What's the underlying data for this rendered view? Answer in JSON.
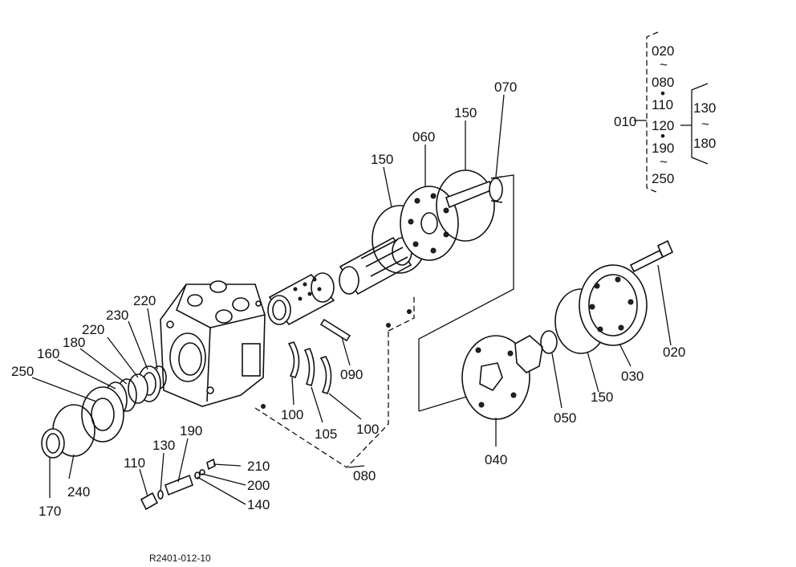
{
  "diagram_code": "R2401-012-10",
  "tree": {
    "root": "010",
    "group_a": [
      "020",
      "~",
      "080",
      "•",
      "110",
      "120",
      "•",
      "190",
      "~",
      "250"
    ],
    "group_b": [
      "130",
      "~",
      "180"
    ]
  },
  "callouts": [
    {
      "id": "c070",
      "text": "070"
    },
    {
      "id": "c150a",
      "text": "150"
    },
    {
      "id": "c060",
      "text": "060"
    },
    {
      "id": "c150b",
      "text": "150"
    },
    {
      "id": "c220a",
      "text": "220"
    },
    {
      "id": "c230",
      "text": "230"
    },
    {
      "id": "c220b",
      "text": "220"
    },
    {
      "id": "c180",
      "text": "180"
    },
    {
      "id": "c160",
      "text": "160"
    },
    {
      "id": "c250",
      "text": "250"
    },
    {
      "id": "c090",
      "text": "090"
    },
    {
      "id": "c100a",
      "text": "100"
    },
    {
      "id": "c105",
      "text": "105"
    },
    {
      "id": "c100b",
      "text": "100"
    },
    {
      "id": "c080",
      "text": "080"
    },
    {
      "id": "c190",
      "text": "190"
    },
    {
      "id": "c130",
      "text": "130"
    },
    {
      "id": "c110",
      "text": "110"
    },
    {
      "id": "c210",
      "text": "210"
    },
    {
      "id": "c200",
      "text": "200"
    },
    {
      "id": "c140",
      "text": "140"
    },
    {
      "id": "c240",
      "text": "240"
    },
    {
      "id": "c170",
      "text": "170"
    },
    {
      "id": "c040",
      "text": "040"
    },
    {
      "id": "c050",
      "text": "050"
    },
    {
      "id": "c150c",
      "text": "150"
    },
    {
      "id": "c030",
      "text": "030"
    },
    {
      "id": "c020",
      "text": "020"
    }
  ]
}
